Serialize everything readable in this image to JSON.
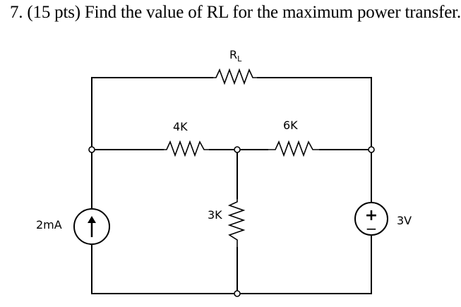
{
  "problem": {
    "question": "7. (15 pts) Find the value of RL for the maximum power transfer."
  },
  "circuit": {
    "labels": {
      "rl_main": "R",
      "rl_sub": "L",
      "r1": "4K",
      "r2": "6K",
      "r3": "3K",
      "current_source": "2mA",
      "voltage_source": "3V",
      "plus": "+",
      "minus": "−"
    }
  }
}
